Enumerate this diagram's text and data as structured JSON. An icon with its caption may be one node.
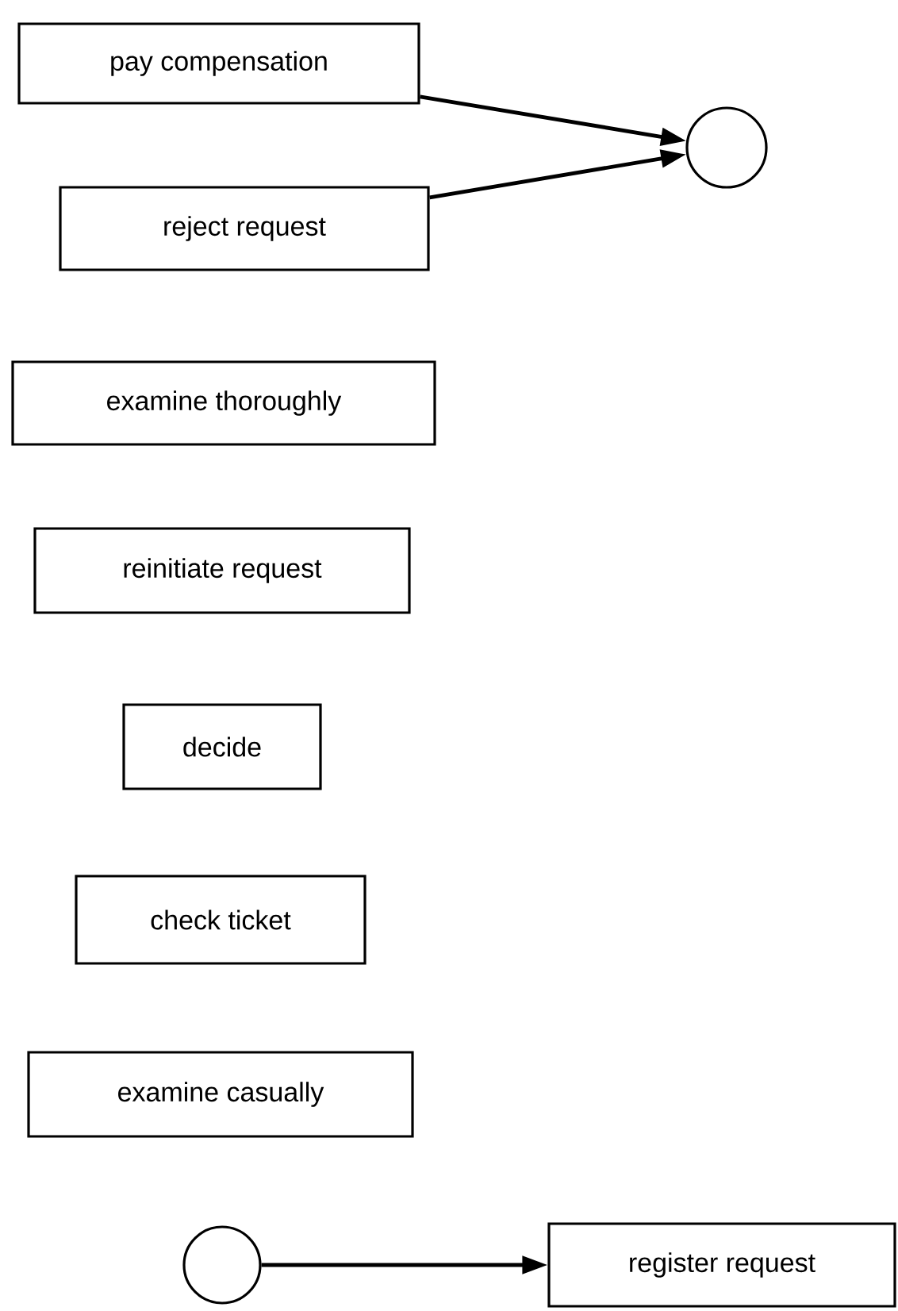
{
  "diagram": {
    "nodes": [
      {
        "text": [
          "pay compensation"
        ]
      },
      {
        "text": [],
        "shape": "circle"
      },
      {
        "text": [
          "reject request"
        ]
      },
      {
        "text": [
          "examine thoroughly"
        ]
      },
      {
        "text": [
          "reinitiate request"
        ]
      },
      {
        "text": [
          "decide"
        ]
      },
      {
        "text": [
          "check ticket"
        ]
      },
      {
        "text": [
          "examine casually"
        ]
      },
      {
        "text": [],
        "shape": "circle"
      },
      {
        "text": [
          "register request"
        ]
      }
    ],
    "edges": [
      {
        "from": 0,
        "to": 1,
        "arrow": "to"
      },
      {
        "from": 2,
        "to": 1,
        "arrow": "to"
      },
      {
        "from": 8,
        "to": 9,
        "arrow": "to"
      }
    ]
  }
}
